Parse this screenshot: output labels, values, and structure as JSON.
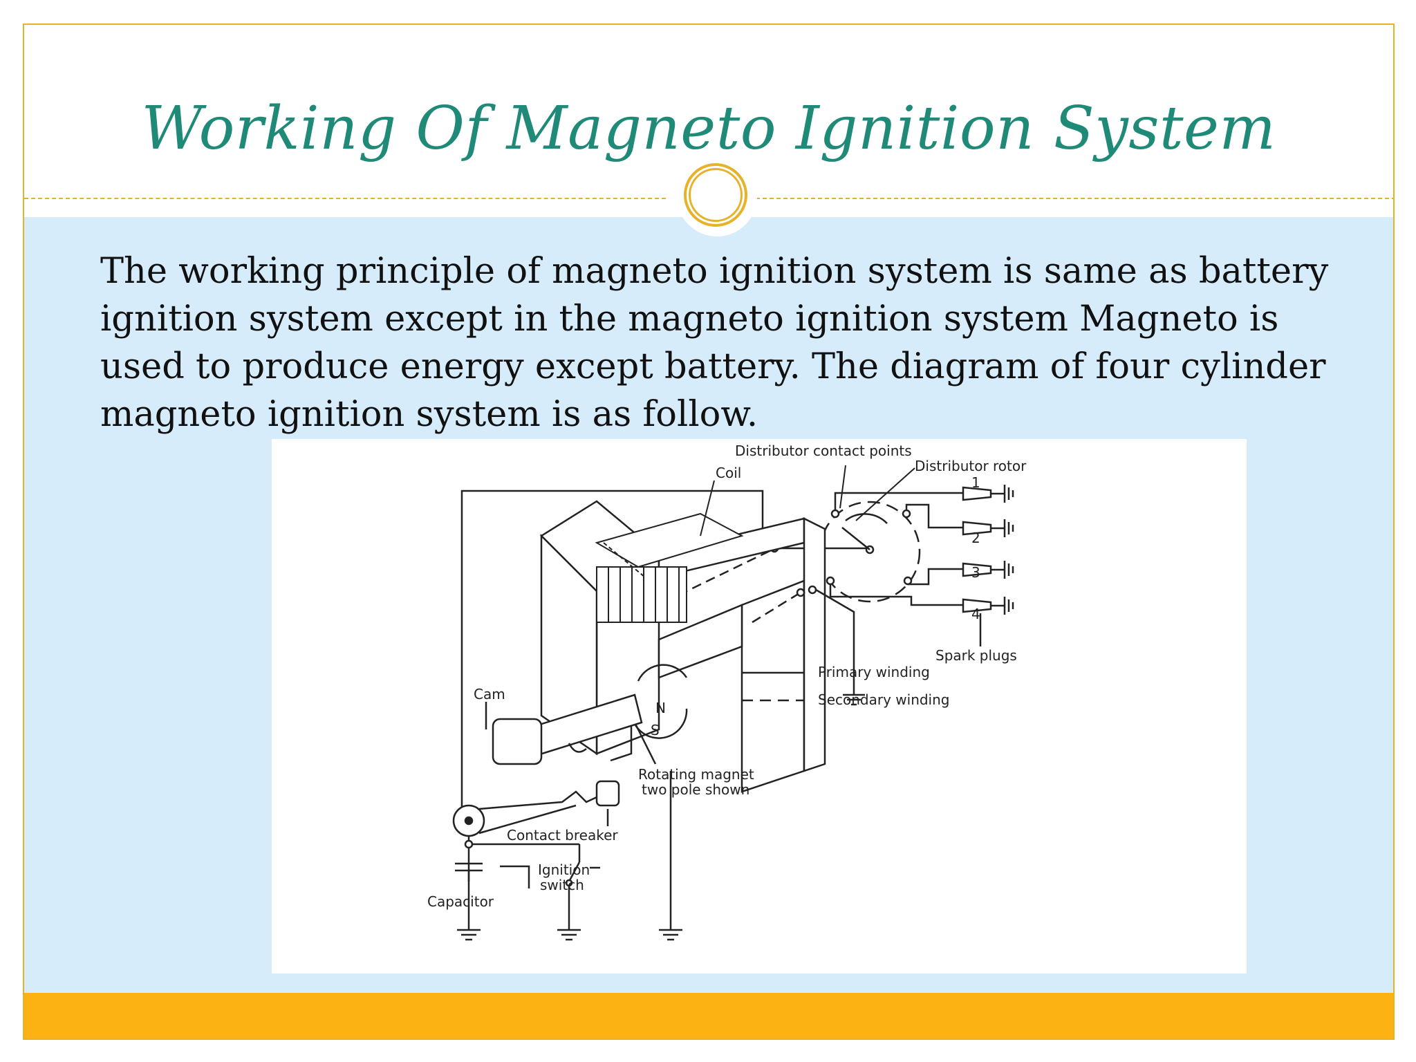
{
  "slide": {
    "title": "Working Of Magneto Ignition System",
    "paragraph": "The working principle of magneto ignition system is same as battery ignition system except in the magneto ignition system Magneto is used to produce energy except battery.  The diagram of four cylinder magneto ignition system is as follow."
  },
  "diagram": {
    "labels": {
      "distributor_contact_points": "Distributor contact points",
      "distributor_rotor": "Distributor rotor",
      "coil": "Coil",
      "spark_plugs": "Spark plugs",
      "cam": "Cam",
      "north": "N",
      "south": "S",
      "primary_winding": "Primary winding",
      "secondary_winding": "Secondary winding",
      "rotating_magnet_line1": "Rotating magnet",
      "rotating_magnet_line2": "two pole shown",
      "contact_breaker": "Contact breaker",
      "ignition_switch_line1": "Ignition",
      "ignition_switch_line2": "switch",
      "capacitor": "Capacitor"
    },
    "plug_numbers": [
      "1",
      "2",
      "3",
      "4"
    ]
  },
  "colors": {
    "title": "#1f8a78",
    "accent_gold": "#e6b22a",
    "body_panel": "#d6ecfb",
    "footer_bar": "#fbb212"
  }
}
